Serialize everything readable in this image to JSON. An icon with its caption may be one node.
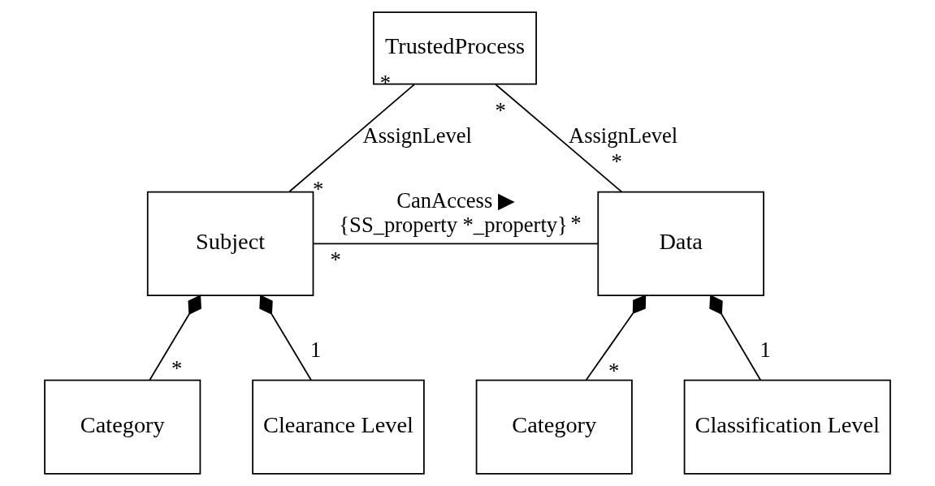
{
  "diagram": {
    "nodes": [
      {
        "text": [
          "TrustedProcess"
        ]
      },
      {
        "text": [
          "Subject"
        ]
      },
      {
        "text": [
          "Data"
        ]
      },
      {
        "text": [
          "Category"
        ]
      },
      {
        "text": [
          "Clearance Level"
        ]
      },
      {
        "text": [
          "Category"
        ]
      },
      {
        "text": [
          "Classification Level"
        ]
      }
    ],
    "edges": [
      {
        "from": 0,
        "to": 1,
        "arrow": "none",
        "label": "AssignLevel"
      },
      {
        "from": 0,
        "to": 2,
        "arrow": "none",
        "label": "AssignLevel"
      },
      {
        "from": 1,
        "to": 2,
        "arrow": "none",
        "label": "CanAccess ▶"
      },
      {
        "from": 1,
        "to": 3,
        "arrow": "other"
      },
      {
        "from": 1,
        "to": 4,
        "arrow": "other"
      },
      {
        "from": 2,
        "to": 5,
        "arrow": "other"
      },
      {
        "from": 2,
        "to": 6,
        "arrow": "other"
      }
    ],
    "labels": [
      "*",
      "*",
      "*",
      "*",
      "*",
      "*",
      "{SS_property *_property}",
      "*",
      "1",
      "*",
      "1"
    ]
  }
}
